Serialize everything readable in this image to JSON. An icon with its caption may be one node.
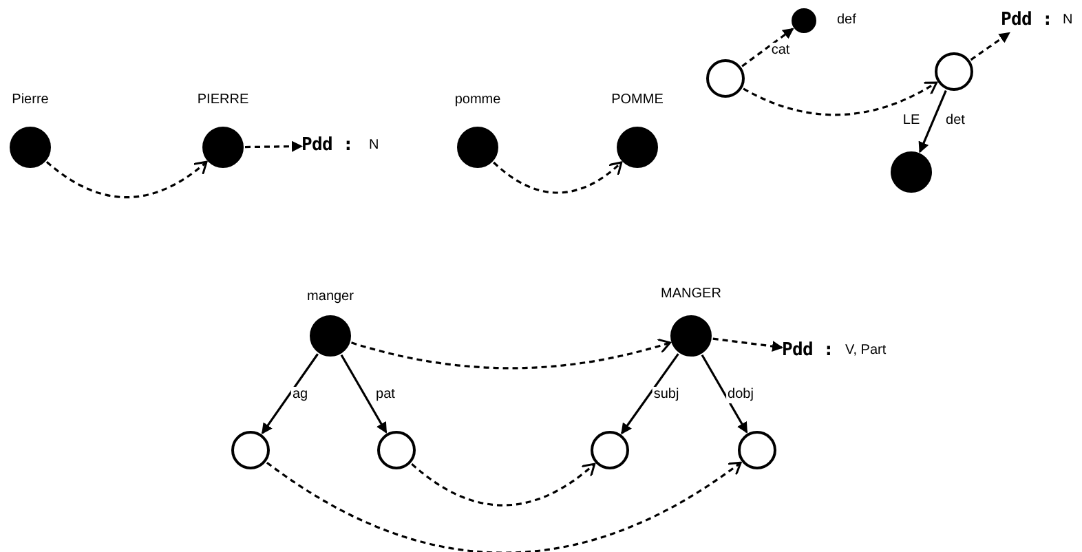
{
  "diagram": {
    "nodes": [
      {
        "text": [],
        "shape": "dot",
        "beside": [
          "Pierre"
        ]
      },
      {
        "text": [],
        "shape": "dot",
        "beside": [
          "PIERRE"
        ]
      },
      {
        "text": [
          "Pdd :"
        ],
        "beside": [
          "N"
        ]
      },
      {
        "text": [],
        "shape": "dot",
        "beside": [
          "pomme"
        ]
      },
      {
        "text": [],
        "shape": "dot",
        "beside": [
          "POMME"
        ]
      },
      {
        "text": [],
        "shape": "circle"
      },
      {
        "text": [],
        "shape": "dot",
        "beside": [
          "def"
        ]
      },
      {
        "text": [],
        "shape": "circle"
      },
      {
        "text": [
          "Pdd :"
        ],
        "beside": [
          "N"
        ]
      },
      {
        "text": [],
        "shape": "dot"
      },
      {
        "text": [],
        "shape": "dot",
        "beside": [
          "manger"
        ]
      },
      {
        "text": [],
        "shape": "dot",
        "beside": [
          "MANGER"
        ]
      },
      {
        "text": [
          "Pdd :"
        ],
        "beside": [
          "V, Part"
        ]
      },
      {
        "text": [],
        "shape": "circle"
      },
      {
        "text": [],
        "shape": "circle"
      },
      {
        "text": [],
        "shape": "circle"
      },
      {
        "text": [],
        "shape": "circle"
      }
    ],
    "edges": [
      {
        "from": 0,
        "to": 1,
        "arrow": "to",
        "style": "dashed"
      },
      {
        "from": 1,
        "to": 2,
        "arrow": "to",
        "style": "dashed"
      },
      {
        "from": 3,
        "to": 4,
        "arrow": "to",
        "style": "dashed"
      },
      {
        "from": 5,
        "to": 6,
        "arrow": "to",
        "style": "dashed",
        "label": "cat"
      },
      {
        "from": 5,
        "to": 7,
        "arrow": "to",
        "style": "dashed"
      },
      {
        "from": 7,
        "to": 8,
        "arrow": "to",
        "style": "dashed"
      },
      {
        "from": 7,
        "to": 9,
        "arrow": "to",
        "label": "det"
      },
      {
        "from": 10,
        "to": 11,
        "arrow": "to",
        "style": "dashed"
      },
      {
        "from": 11,
        "to": 12,
        "arrow": "to",
        "style": "dashed"
      },
      {
        "from": 10,
        "to": 13,
        "arrow": "to",
        "label": "ag"
      },
      {
        "from": 10,
        "to": 14,
        "arrow": "to",
        "label": "pat"
      },
      {
        "from": 11,
        "to": 15,
        "arrow": "to",
        "label": "subj"
      },
      {
        "from": 11,
        "to": 16,
        "arrow": "to",
        "label": "dobj"
      },
      {
        "from": 14,
        "to": 15,
        "arrow": "to",
        "style": "dashed"
      },
      {
        "from": 13,
        "to": 16,
        "arrow": "to",
        "style": "dashed"
      }
    ],
    "labels": [
      "LE"
    ]
  }
}
